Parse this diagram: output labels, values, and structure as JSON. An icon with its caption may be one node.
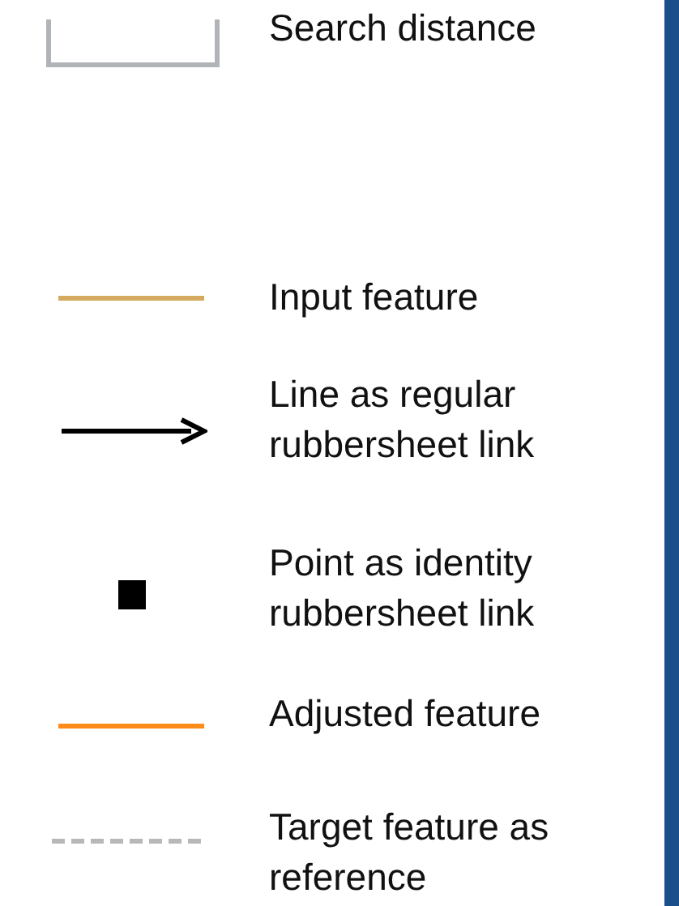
{
  "diagram": {
    "legend": [
      {
        "text": "Search distance"
      },
      {
        "text": "Input feature"
      },
      {
        "text": "Line as regular rubbersheet link"
      },
      {
        "text": "Point as identity rubbersheet link"
      },
      {
        "text": "Adjusted feature"
      },
      {
        "text": "Target feature as reference"
      }
    ]
  }
}
